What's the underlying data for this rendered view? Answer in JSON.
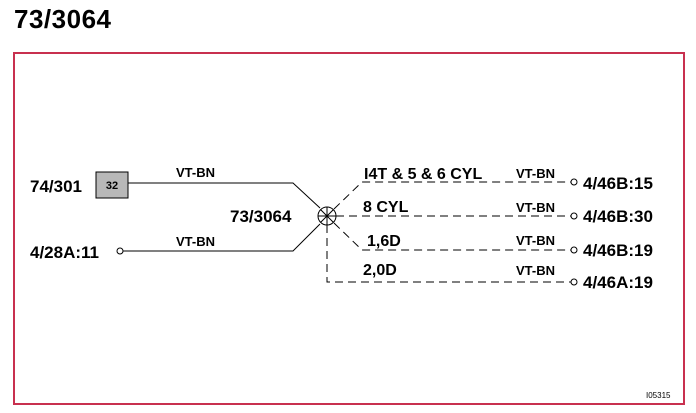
{
  "title": "73/3064",
  "colors": {
    "frame": "#c8304f",
    "box_fill": "#b8b8b8"
  },
  "diagram": {
    "left_connectors": [
      {
        "label": "74/301",
        "pin": "32",
        "wire": "VT-BN"
      },
      {
        "label": "4/28A:11",
        "wire": "VT-BN"
      }
    ],
    "splice": {
      "label": "73/3064",
      "icon": "splice-crossed-circle-icon"
    },
    "branches": [
      {
        "variant": "I4T & 5 & 6 CYL",
        "wire": "VT-BN",
        "target": "4/46B:15"
      },
      {
        "variant": "8 CYL",
        "wire": "VT-BN",
        "target": "4/46B:30"
      },
      {
        "variant": "1,6D",
        "wire": "VT-BN",
        "target": "4/46B:19"
      },
      {
        "variant": "2,0D",
        "wire": "VT-BN",
        "target": "4/46A:19"
      }
    ],
    "figure_id": "I05315"
  }
}
